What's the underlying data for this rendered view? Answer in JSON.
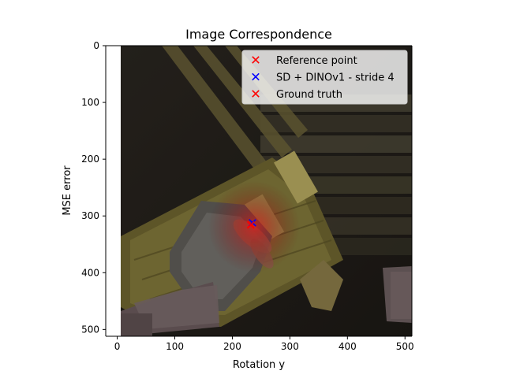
{
  "chart_data": {
    "type": "scatter",
    "title": "Image Correspondence",
    "xlabel": "Rotation y",
    "ylabel": "MSE error",
    "xlim": [
      -20,
      512
    ],
    "ylim": [
      512,
      0
    ],
    "y_axis_inverted": true,
    "grid": false,
    "legend_position": "top-right",
    "x_ticks": [
      0,
      100,
      200,
      300,
      400,
      500
    ],
    "y_ticks": [
      0,
      100,
      200,
      300,
      400,
      500
    ],
    "image_extent": [
      0,
      512,
      512,
      0
    ],
    "series": [
      {
        "name": "Reference point",
        "marker": "x",
        "color": "#ff0000",
        "points": [
          {
            "x": 232,
            "y": 315
          }
        ]
      },
      {
        "name": "SD + DINOv1 - stride 4",
        "marker": "x",
        "color": "#0000ff",
        "points": [
          {
            "x": 235,
            "y": 312
          }
        ]
      },
      {
        "name": "Ground truth",
        "marker": "x",
        "color": "#ff0000",
        "points": [
          {
            "x": 232,
            "y": 316
          }
        ]
      }
    ]
  }
}
